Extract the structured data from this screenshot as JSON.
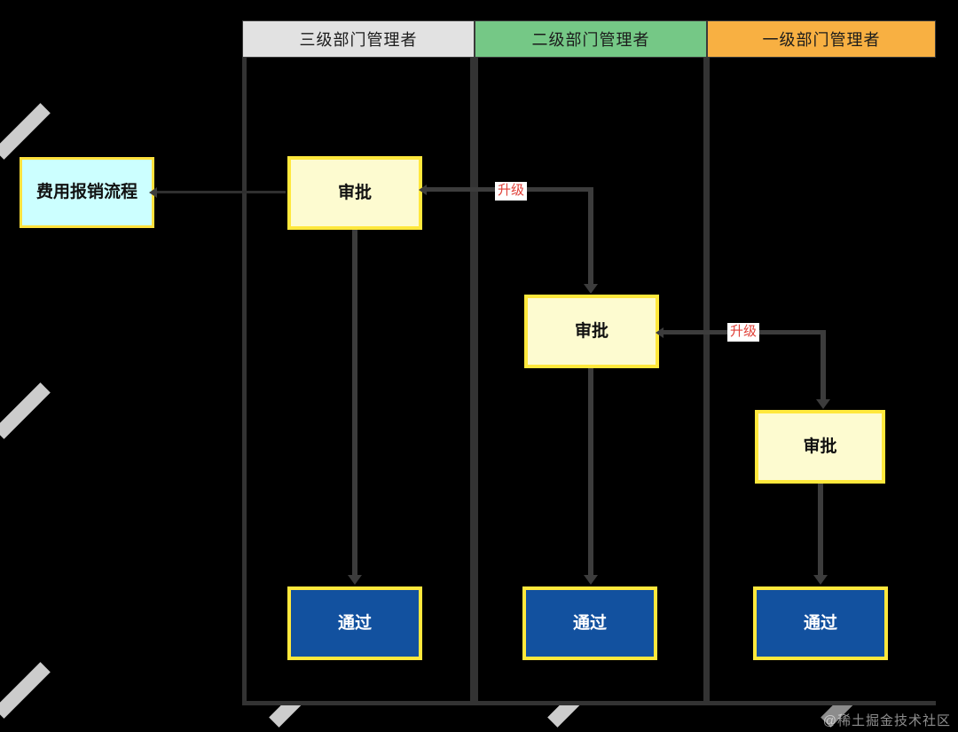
{
  "diagram": {
    "title": "费用报销流程",
    "lanes": [
      {
        "id": "lane-3",
        "label": "三级部门管理者",
        "color": "#e2e2e2"
      },
      {
        "id": "lane-2",
        "label": "二级部门管理者",
        "color": "#75c886"
      },
      {
        "id": "lane-1",
        "label": "一级部门管理者",
        "color": "#f8b042"
      }
    ],
    "start_node": {
      "label": "费用报销流程",
      "fill": "#ccffff",
      "border": "#ffe13d"
    },
    "approve_nodes": [
      {
        "label": "审批",
        "lane": "三级部门管理者",
        "fill": "#fdfbd0",
        "border": "#ffe83c"
      },
      {
        "label": "审批",
        "lane": "二级部门管理者",
        "fill": "#fdfbd0",
        "border": "#ffe83c"
      },
      {
        "label": "审批",
        "lane": "一级部门管理者",
        "fill": "#fdfbd0",
        "border": "#ffe83c"
      }
    ],
    "pass_nodes": [
      {
        "label": "通过",
        "lane": "三级部门管理者",
        "fill": "#12519f",
        "border": "#ffe83c"
      },
      {
        "label": "通过",
        "lane": "二级部门管理者",
        "fill": "#12519f",
        "border": "#ffe83c"
      },
      {
        "label": "通过",
        "lane": "一级部门管理者",
        "fill": "#12519f",
        "border": "#ffe83c"
      }
    ],
    "edge_labels": [
      {
        "text": "升级",
        "from": "三级部门管理者-审批",
        "to": "二级部门管理者-审批",
        "color": "#e04038"
      },
      {
        "text": "升级",
        "from": "二级部门管理者-审批",
        "to": "一级部门管理者-审批",
        "color": "#e04038"
      }
    ],
    "watermark": "@稀土掘金技术社区",
    "background": "#000000",
    "connector_color": "#3c3c3c"
  }
}
